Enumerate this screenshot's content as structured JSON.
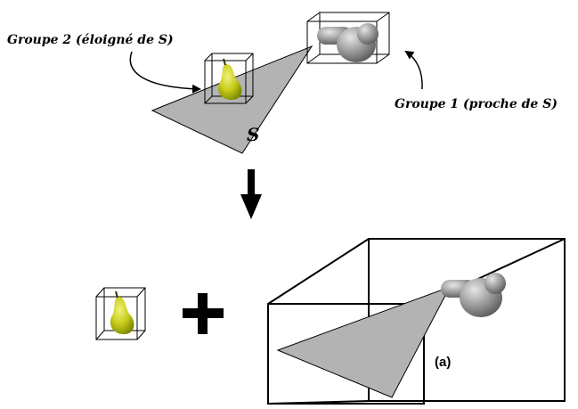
{
  "labels": {
    "group2": "Groupe 2 (éloigné de S)",
    "group1": "Groupe 1 (proche de S)",
    "surface": "S",
    "panel": "(a)"
  },
  "colors": {
    "surface_fill": "#b3b3b3",
    "pear_fill": "#c8cc1a",
    "pear_highlight": "#eef07a",
    "pipe_fill": "#9a9a9a",
    "outline": "#000000"
  },
  "icons": {
    "down_arrow": "down-arrow-icon",
    "plus": "plus-icon"
  }
}
